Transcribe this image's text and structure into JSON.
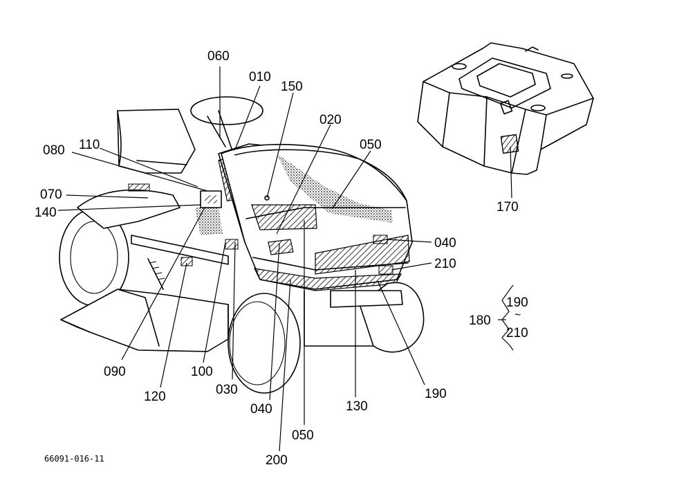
{
  "callouts": {
    "c060": "060",
    "c010": "010",
    "c150": "150",
    "c020": "020",
    "c050_top": "050",
    "c110": "110",
    "c080": "080",
    "c070": "070",
    "c140": "140",
    "c040_right": "040",
    "c210_right": "210",
    "c170": "170",
    "c090": "090",
    "c120": "120",
    "c100": "100",
    "c030": "030",
    "c040_bottom": "040",
    "c200": "200",
    "c050_bottom": "050",
    "c130": "130",
    "c190": "190"
  },
  "range_group": {
    "label": "180",
    "from": "190",
    "tilde": "~",
    "to": "210"
  },
  "drawing_code": "66091-016-11"
}
